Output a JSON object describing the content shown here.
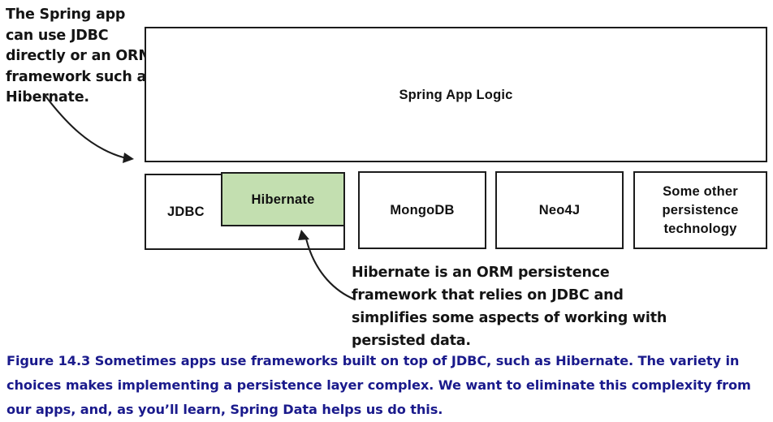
{
  "figure": {
    "annotations": {
      "top_left": "The Spring app can use JDBC directly or an ORM framework such as Hibernate.",
      "hibernate_note": "Hibernate is an ORM persistence framework that relies on JDBC and simplifies some aspects of working with persisted data."
    },
    "boxes": {
      "spring_app_logic": "Spring App Logic",
      "jdbc": "JDBC",
      "hibernate": "Hibernate",
      "mongodb": "MongoDB",
      "neo4j": "Neo4J",
      "other_persistence": "Some other\npersistence\ntechnology"
    },
    "caption": "Figure 14.3 Sometimes apps use frameworks built on top of JDBC, such as Hibernate. The variety in choices makes implementing a persistence layer complex. We want to eliminate this complexity from our apps, and, as you’ll learn, Spring Data helps us do this.",
    "colors": {
      "hibernate_fill": "#c3dfb0",
      "box_stroke": "#1c1c1c",
      "caption_text": "#1a1a8c",
      "annotation_text": "#141414",
      "box_fill": "#ffffff"
    }
  }
}
